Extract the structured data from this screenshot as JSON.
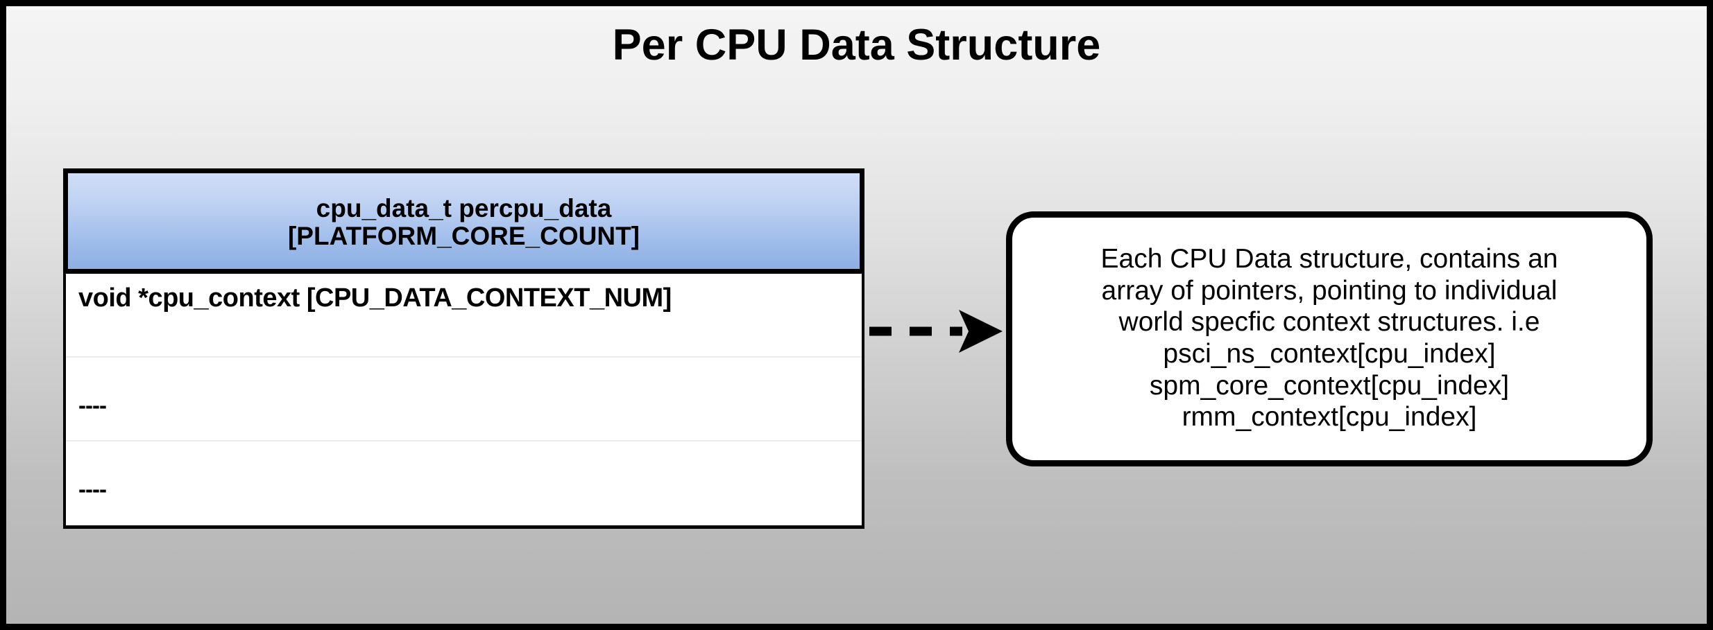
{
  "diagram": {
    "title": "Per CPU Data Structure",
    "background": {
      "top_color": "#f4f4f4",
      "bottom_color": "#b4b4b4",
      "frame_color": "#000000"
    },
    "struct_table": {
      "header": {
        "line1": "cpu_data_t percpu_data",
        "line2": "[PLATFORM_CORE_COUNT]",
        "gradient_top": "#cfdef7",
        "gradient_bottom": "#8db0e5"
      },
      "rows": [
        {
          "text": "void *cpu_context [CPU_DATA_CONTEXT_NUM]",
          "style": "strong"
        },
        {
          "text": "----",
          "style": "dashes"
        },
        {
          "text": "----",
          "style": "dashes"
        }
      ]
    },
    "connector": {
      "kind": "dashed-arrow",
      "direction": "right",
      "color": "#000000"
    },
    "note": {
      "lines": [
        "Each CPU Data structure, contains an",
        "array of pointers, pointing to individual",
        "world specfic context structures. i.e",
        "psci_ns_context[cpu_index]",
        "spm_core_context[cpu_index]",
        "rmm_context[cpu_index]"
      ]
    }
  }
}
